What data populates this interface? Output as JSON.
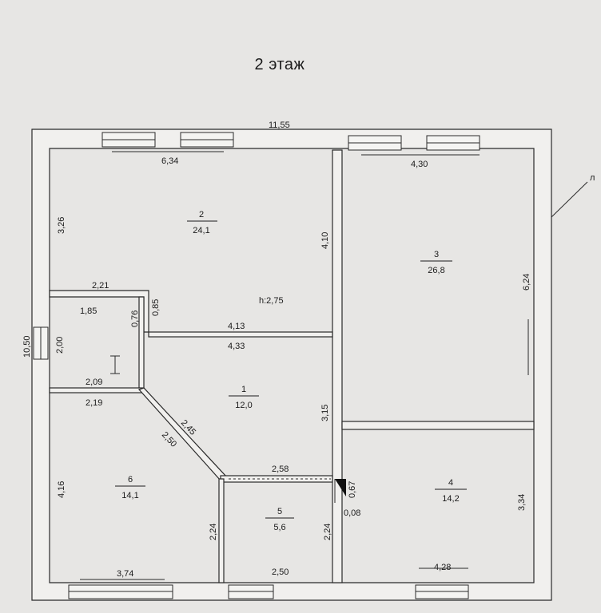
{
  "title": "2 этаж",
  "rooms": [
    {
      "number": "1",
      "area": "12,0"
    },
    {
      "number": "2",
      "area": "24,1"
    },
    {
      "number": "3",
      "area": "26,8"
    },
    {
      "number": "4",
      "area": "14,2"
    },
    {
      "number": "5",
      "area": "5,6"
    },
    {
      "number": "6",
      "area": "14,1"
    }
  ],
  "ceiling_height": "h:2,75",
  "dimensions": {
    "top_total": "11,55",
    "top_left": "6,34",
    "top_right": "4,30",
    "left_total": "10,50",
    "left_upper": "3,26",
    "left_middle": "2,00",
    "left_lower": "4,16",
    "room2_corridor_w": "2,21",
    "bath_top_w": "1,85",
    "bath_right_h": "0,76",
    "step_h": "0,85",
    "room2_bottom_w": "4,13",
    "room1_top_w": "4,33",
    "partition_upper_h": "4,10",
    "partition_lower_h": "3,15",
    "bath_bottom_w": "2,09",
    "room6_top_w": "2,19",
    "diag_outer": "2,45",
    "diag_inner": "2,50",
    "room5_top_w": "2,58",
    "room6_right_h": "2,24",
    "room5_right_h": "2,24",
    "room5_bottom_w": "2,50",
    "room6_bottom_w": "3,74",
    "room3_right_h": "6,24",
    "room4_right_h": "3,34",
    "room4_bottom_w": "4,28",
    "door_gap": "0,67",
    "door_offset": "0,08"
  },
  "edge_label": "л"
}
